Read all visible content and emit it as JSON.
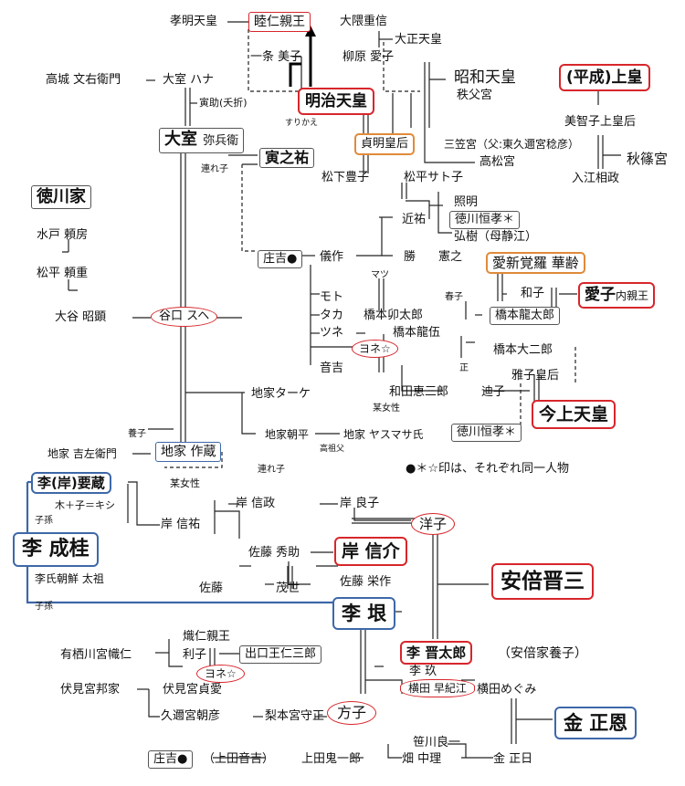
{
  "n": {
    "koumei": "孝明天皇",
    "mutsuhito": "睦仁親王",
    "okuma": "大隈重信",
    "taisho": "大正天皇",
    "ichijo": "一条 美子",
    "yanagiwara": "柳原 愛子",
    "showa": "昭和天皇",
    "heisei": "(平成)上皇",
    "takagi": "高城 文右衛門",
    "omuro_hana": "大室 ハナ",
    "torasuke": "寅助(夭折)",
    "meiji": "明治天皇",
    "chichibu": "秩父宮",
    "michiko": "美智子上皇后",
    "surikae": "すりかえ",
    "omuro": "大室",
    "yahei": "弥兵衛",
    "teimei": "貞明皇后",
    "mikasa": "三笠宮（父:東久邇宮稔彦）",
    "akishino": "秋篠宮",
    "tranosuke": "寅之祐",
    "takamatsu": "高松宮",
    "irie": "入江相政",
    "tsureko1": "連れ子",
    "matsushita": "松下豊子",
    "matsudaira_sato": "松平サト子",
    "tokugawa": "徳川家",
    "shomei": "照明",
    "konsuke": "近祐",
    "tokugawa_tsunetaka1": "徳川恒孝＊",
    "hiroki": "弘樹（母静江）",
    "mito": "水戸 頼房",
    "shokichi": "庄吉●",
    "gisaku": "儀作",
    "katsu": "勝",
    "noriyuki": "憲之",
    "aishin": "愛新覚羅 華齢",
    "matsudaira_yorishige": "松平 頼重",
    "matsu": "マツ",
    "kazuko": "和子",
    "aiko": "愛子",
    "aiko_suffix": "内親王",
    "ootani": "大谷 昭顕",
    "taniguchi": "谷口 スヘ",
    "moto": "モト",
    "taka": "タカ",
    "hashimoto_u": "橋本卯太郎",
    "haruko": "春子",
    "hashimoto_ryutaro": "橋本龍太郎",
    "tsune": "ツネ",
    "hashimoto_ryugo": "橋本龍伍",
    "yone1": "ヨネ☆",
    "hashimoto_daijiro": "橋本大二郎",
    "otokichi": "音吉",
    "sei": "正",
    "masako": "雅子皇后",
    "chike_take": "地家ターケ",
    "wada": "和田恵三郎",
    "michiko2": "迪子",
    "bojosei1": "某女性",
    "kinjo": "今上天皇",
    "yoshiko": "養子",
    "chike_asahei": "地家朝平",
    "chike_yasumasa": "地家 ヤスマサ氏",
    "tokugawa_tsunetaka2": "徳川恒孝＊",
    "chike_kichi": "地家 吉左衛門",
    "chike_sakuzo": "地家 作蔵",
    "kosofu": "高祖父",
    "tsureko2": "連れ子",
    "note": "●＊☆印は、それぞれ同一人物",
    "ri_kishi": "李(岸)要蔵",
    "bojosei2": "某女性",
    "kishi_formula": "木＋子＝キシ",
    "shison1": "子孫",
    "kishi_nobumasa": "岸 信政",
    "kishi_yoshiko": "岸 良子",
    "kishi_nobusuke_f": "岸 信祐",
    "yoko": "洋子",
    "ri_seikei": "李 成桂",
    "sato_hidesuke": "佐藤 秀助",
    "kishi_nobusuke": "岸 信介",
    "abe": "安倍晋三",
    "richo": "李氏朝鮮 太祖",
    "sato": "佐藤",
    "moyo": "茂世",
    "sato_eisaku": "佐藤 栄作",
    "shison2": "子孫",
    "ri_kon": "李 垠",
    "taruhito": "熾仁親王",
    "arisugawa": "有栖川宮幟仁",
    "riko": "利子",
    "deguchi": "出口王仁三郎",
    "ri_shintaro": "李 晋太郎",
    "abe_yoshi": "（安倍家養子）",
    "yone2": "ヨネ☆",
    "ri_kyu": "李 玖",
    "fushimi": "伏見宮邦家",
    "fushimi_sadanaru": "伏見宮貞愛",
    "yokota_sakie": "横田 早紀江",
    "yokota_megumi": "横田めぐみ",
    "kuninomiya": "久邇宮朝彦",
    "nashimoto": "梨本宮守正",
    "masako2": "方子",
    "kim": "金 正恩",
    "sasagawa": "笹川良一",
    "shokichi2": "庄吉●",
    "ueda_otokichi": "（上田音吉）",
    "ueda_kiichiro": "上田鬼一郎",
    "hata": "畑 中理",
    "kim_jongil": "金 正日"
  }
}
